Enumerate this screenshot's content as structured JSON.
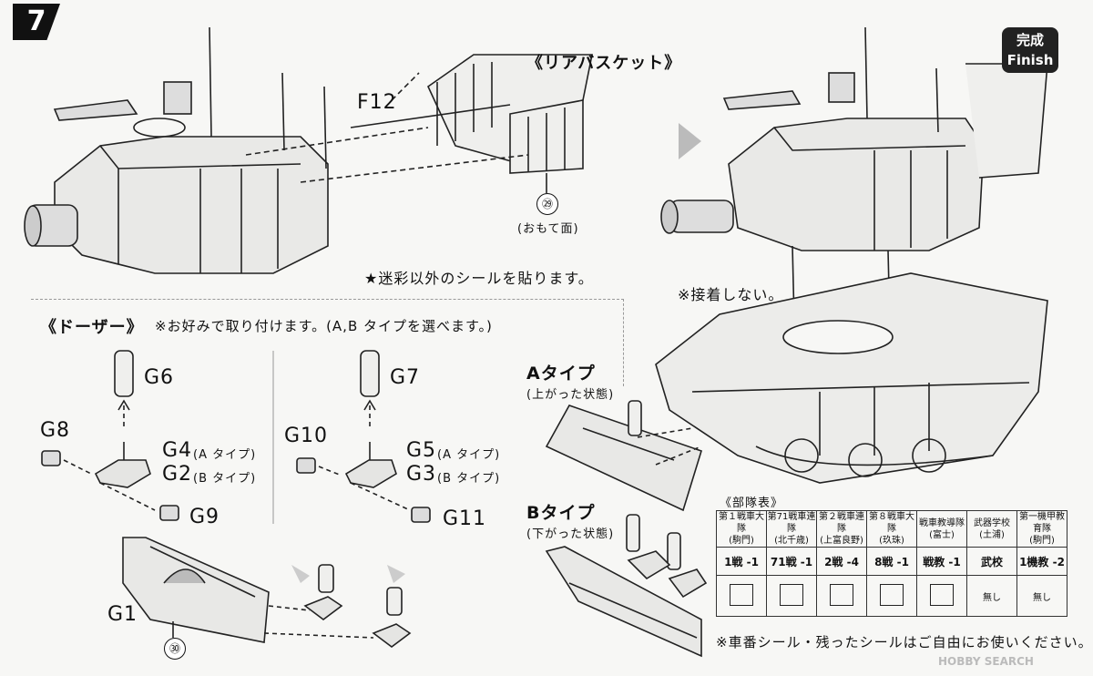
{
  "step": {
    "number": "7"
  },
  "finish": {
    "jp": "完成",
    "en": "Finish"
  },
  "rear_basket": {
    "title": "《リアバスケット》",
    "part": "F12",
    "circle": "㉙",
    "face_note": "(おもて面)"
  },
  "sticker_note": "★迷彩以外のシールを貼ります。",
  "no_glue_note": "※接着しない。",
  "dozer": {
    "title": "《ドーザー》",
    "note": "※お好みで取り付けます。(A,B タイプを選べます。)",
    "left": {
      "top": "G6",
      "side": "G8",
      "mid1": "G4",
      "mid1_type": "(A タイプ)",
      "mid2": "G2",
      "mid2_type": "(B タイプ)",
      "bottom": "G9"
    },
    "right": {
      "top": "G7",
      "side": "G10",
      "mid1": "G5",
      "mid1_type": "(A タイプ)",
      "mid2": "G3",
      "mid2_type": "(B タイプ)",
      "bottom": "G11"
    },
    "blade": "G1",
    "blade_circle": "㉚"
  },
  "type_a": {
    "title": "Aタイプ",
    "sub": "(上がった状態)"
  },
  "type_b": {
    "title": "Bタイプ",
    "sub": "(下がった状態)"
  },
  "unit_table": {
    "title": "《部隊表》",
    "headers": [
      "第１戦車大隊\n(駒門)",
      "第71戦車連隊\n(北千歳)",
      "第２戦車連隊\n(上富良野)",
      "第８戦車大隊\n(玖珠)",
      "戦車教導隊\n(富士)",
      "武器学校\n(土浦)",
      "第一機甲教育隊\n(駒門)"
    ],
    "codes": [
      "1戦 -1",
      "71戦 -1",
      "2戦 -4",
      "8戦 -1",
      "戦教 -1",
      "武校",
      "1機教 -2"
    ],
    "emblems": [
      "",
      "",
      "",
      "",
      "",
      "無し",
      "無し"
    ]
  },
  "bottom_note": "※車番シール・残ったシールはご自由にお使いください。",
  "watermark": "HOBBY SEARCH"
}
